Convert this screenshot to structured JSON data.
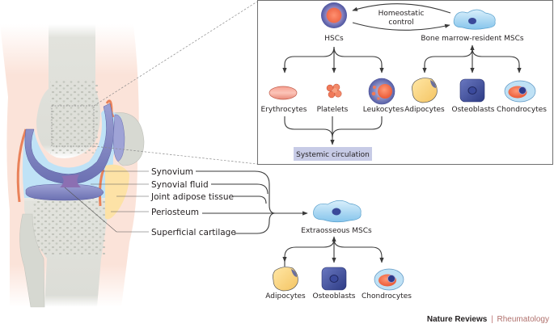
{
  "figure": {
    "title": "Sources of MSCs in the joint",
    "colors": {
      "skin": "#fbe3d9",
      "bone": "#d9dbd4",
      "bone_pore": "#b9bcb3",
      "cartilage": "#8b8fc4",
      "cartilage_dark": "#6b6fb0",
      "synovial_fluid": "#b9dff5",
      "synovium": "#e9825a",
      "adipose": "#fbe2a8",
      "superficial_cartilage": "#8c6fb2",
      "box_border": "#707070",
      "arrow": "#3a3a3a",
      "systemic_box": "#c7cbe6"
    }
  },
  "inset": {
    "hsc_label": "HSCs",
    "control_label_line1": "Homeostatic",
    "control_label_line2": "control",
    "bm_msc_label": "Bone marrow-resident MSCs",
    "hsc_progeny": [
      {
        "label": "Erythrocytes",
        "icon": "erythrocyte-icon"
      },
      {
        "label": "Platelets",
        "icon": "platelets-icon"
      },
      {
        "label": "Leukocytes",
        "icon": "leukocyte-icon"
      }
    ],
    "msc_progeny": [
      {
        "label": "Adipocytes",
        "icon": "adipocyte-icon"
      },
      {
        "label": "Osteoblasts",
        "icon": "osteoblast-icon"
      },
      {
        "label": "Chondrocytes",
        "icon": "chondrocyte-icon"
      }
    ],
    "systemic_label": "Systemic circulation"
  },
  "tissues": {
    "items": [
      {
        "label": "Synovium"
      },
      {
        "label": "Synovial fluid"
      },
      {
        "label": "Joint adipose tissue"
      },
      {
        "label": "Periosteum"
      },
      {
        "label": "Superficial cartilage"
      }
    ]
  },
  "extraosseous": {
    "label": "Extraosseous MSCs",
    "progeny": [
      {
        "label": "Adipocytes",
        "icon": "adipocyte-icon"
      },
      {
        "label": "Osteoblasts",
        "icon": "osteoblast-icon"
      },
      {
        "label": "Chondrocytes",
        "icon": "chondrocyte-icon"
      }
    ]
  },
  "footer": {
    "journal": "Nature Reviews",
    "separator": "|",
    "section": "Rheumatology"
  }
}
